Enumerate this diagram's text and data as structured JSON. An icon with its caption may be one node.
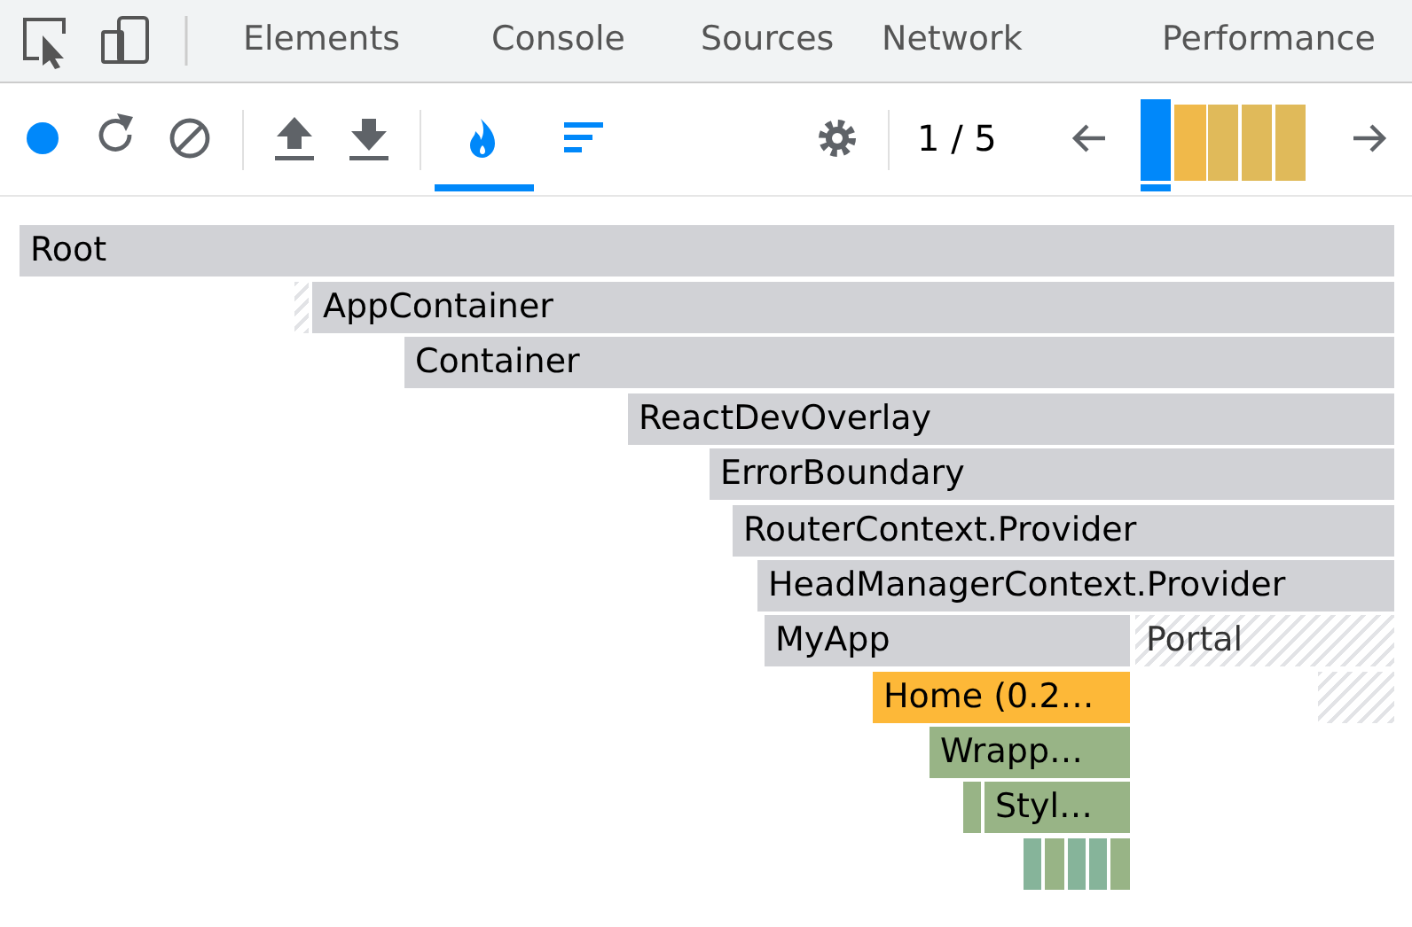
{
  "diagram": {
    "nodes": [
      {
        "text": [
          "Root"
        ]
      },
      {
        "text": [],
        "shape": "bar"
      },
      {
        "text": [
          "AppContainer"
        ]
      },
      {
        "text": [
          "Container"
        ]
      },
      {
        "text": [
          "ReactDevOverlay"
        ]
      },
      {
        "text": [
          "ErrorBoundary"
        ]
      },
      {
        "text": [
          "RouterContext.Provider"
        ]
      },
      {
        "text": [
          "HeadManagerContext.Provider"
        ]
      },
      {
        "text": [
          "MyApp"
        ]
      },
      {
        "text": [
          "Portal"
        ]
      },
      {
        "text": [
          "Home (0.2…"
        ]
      },
      {
        "text": [],
        "shape": "bar"
      },
      {
        "text": [
          "Wrapp…"
        ]
      },
      {
        "text": [],
        "shape": "bar"
      },
      {
        "text": [
          "Styl…"
        ]
      },
      {
        "text": [],
        "shape": "bar"
      },
      {
        "text": [],
        "shape": "bar"
      },
      {
        "text": [],
        "shape": "bar"
      },
      {
        "text": [],
        "shape": "bar"
      },
      {
        "text": [],
        "shape": "bar"
      }
    ],
    "labels": [
      "Elements",
      "Console",
      "Sources",
      "Network",
      "Performance",
      "1 / 5"
    ]
  }
}
